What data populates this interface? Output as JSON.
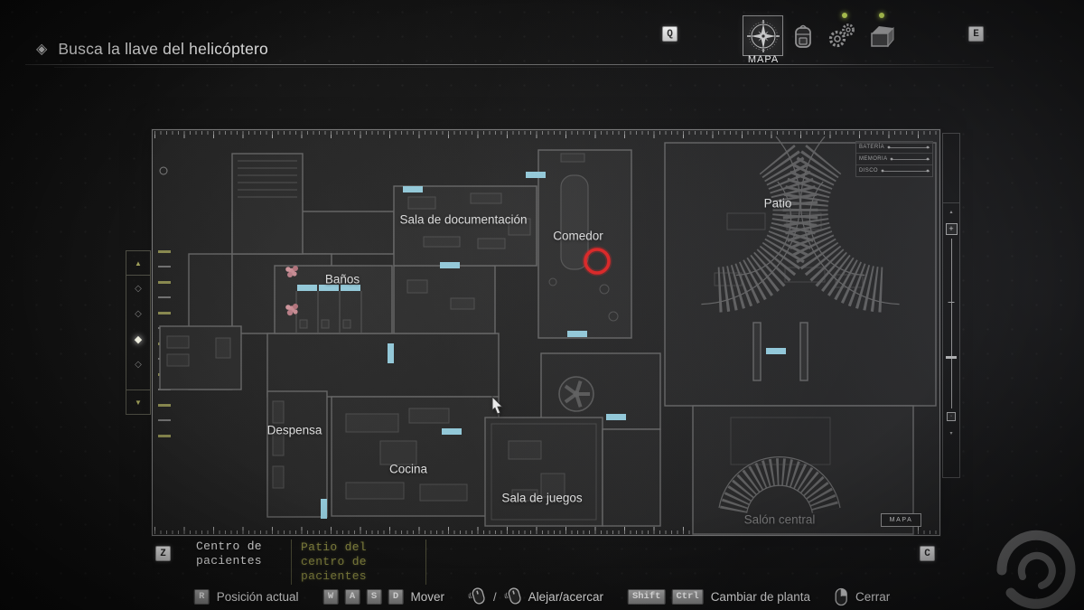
{
  "colors": {
    "accent_cyan": "#8ecbdd",
    "marker_red": "#de1111",
    "olive": "#95954a",
    "notification_green": "#c2dd4f"
  },
  "icons": {
    "objective": "◈",
    "floor_up_arrow": "▲",
    "floor_down_arrow": "▼",
    "floor_diamond": "◇",
    "floor_diamond_active": "◆",
    "zoom_in": "+",
    "zoom_out": "·",
    "slider_tick_up": "▴",
    "slider_tick_down": "▾"
  },
  "objective": {
    "title": "Busca la llave del helicóptero"
  },
  "topbar": {
    "key_left": "Q",
    "key_right": "E",
    "map_tab_label": "MAPA"
  },
  "map": {
    "rooms": [
      {
        "name": "Sala de documentación"
      },
      {
        "name": "Comedor"
      },
      {
        "name": "Baños"
      },
      {
        "name": "Despensa"
      },
      {
        "name": "Cocina"
      },
      {
        "name": "Sala de juegos"
      },
      {
        "name": "Patio"
      },
      {
        "name": "Salón central"
      }
    ],
    "legend": {
      "rows": [
        "BATERÍA",
        "MEMORIA",
        "DISCO"
      ]
    },
    "mini_label": "MAPA"
  },
  "area_tabs": {
    "key_prev": "Z",
    "key_next": "C",
    "tabs": [
      {
        "label": "Centro de pacientes",
        "active": true
      },
      {
        "label": "Patio del centro de pacientes",
        "active": false
      }
    ]
  },
  "controls": [
    {
      "keys": [
        "R"
      ],
      "label": "Posición actual"
    },
    {
      "keys": [
        "W",
        "A",
        "S",
        "D"
      ],
      "label": "Mover"
    },
    {
      "separator": "/",
      "label": "Alejar/acercar"
    },
    {
      "keys": [
        "Shift",
        "Ctrl"
      ],
      "label": "Cambiar de planta"
    },
    {
      "label": "Cerrar"
    }
  ]
}
